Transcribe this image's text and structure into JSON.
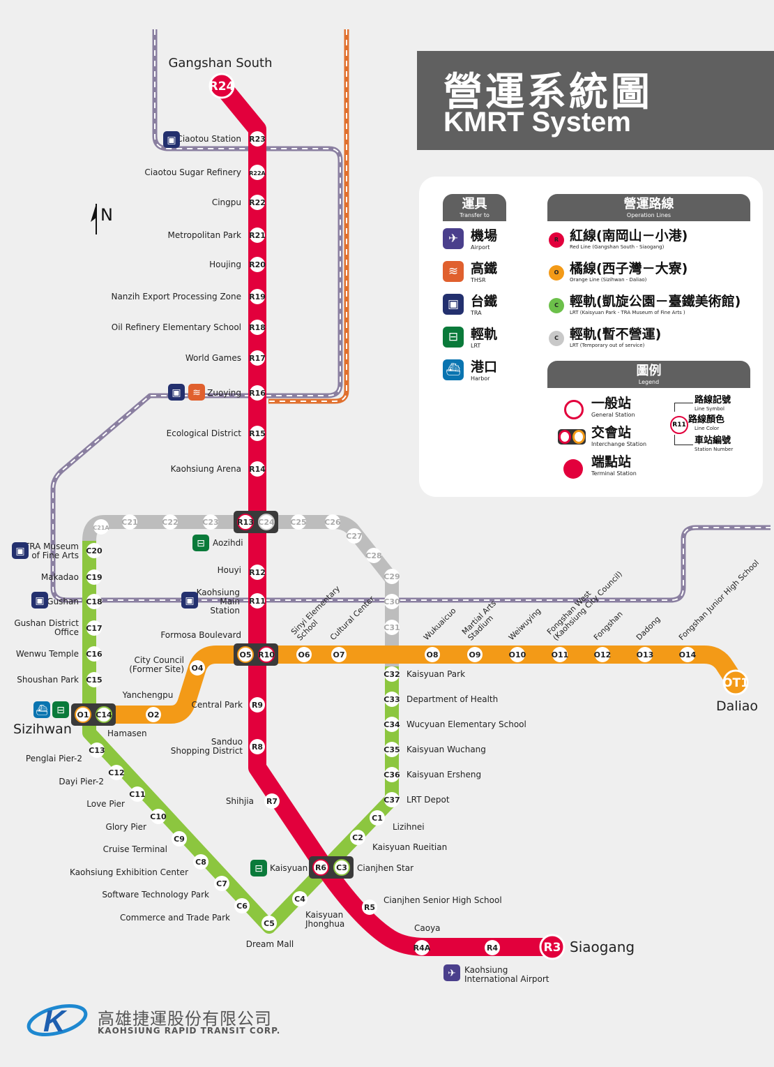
{
  "title": {
    "zh": "營運系統圖",
    "en": "KMRT System"
  },
  "north": "N",
  "colors": {
    "red": "#e2003c",
    "orange": "#f39a17",
    "green": "#8cc63f",
    "gray": "#bdbdbd",
    "tra": "#8a7fa0",
    "thsr": "#e0702e",
    "background": "#efefef",
    "panel": "#606060"
  },
  "legend": {
    "transfer_header": {
      "zh": "運具",
      "en": "Transfer to"
    },
    "transfer": [
      {
        "zh": "機場",
        "en": "Airport",
        "icon": "airplane-icon",
        "color": "#4a3f8c"
      },
      {
        "zh": "高鐵",
        "en": "THSR",
        "icon": "thsr-train-icon",
        "color": "#e0602e"
      },
      {
        "zh": "台鐵",
        "en": "TRA",
        "icon": "tra-train-icon",
        "color": "#23306e"
      },
      {
        "zh": "輕軌",
        "en": "LRT",
        "icon": "lrt-tram-icon",
        "color": "#0a7a3a"
      },
      {
        "zh": "港口",
        "en": "Harbor",
        "icon": "ship-icon",
        "color": "#0a74b0"
      }
    ],
    "lines_header": {
      "zh": "營運路線",
      "en": "Operation Lines"
    },
    "lines": [
      {
        "symbol": "R",
        "zh": "紅線(南岡山－小港)",
        "en": "Red Line (Gangshan South - Siaogang)",
        "color": "#e2003c"
      },
      {
        "symbol": "O",
        "zh": "橘線(西子灣－大寮)",
        "en": "Orange Line (Sizihwan - Daliao)",
        "color": "#f39a17"
      },
      {
        "symbol": "C",
        "zh": "輕軌(凱旋公園－臺鐵美術館)",
        "en": "LRT (Kaisyuan Park - TRA Museum of Fine Arts )",
        "color": "#6cc04a"
      },
      {
        "symbol": "C",
        "zh": "輕軌(暫不營運)",
        "en": "LRT (Temporary out of service)",
        "color": "#c8c8c8"
      }
    ],
    "legend_header": {
      "zh": "圖例",
      "en": "Legend"
    },
    "symbols": [
      {
        "zh": "一般站",
        "en": "General Station"
      },
      {
        "zh": "交會站",
        "en": "Interchange Station"
      },
      {
        "zh": "端點站",
        "en": "Terminal Station"
      }
    ],
    "annotation": {
      "example": "R11",
      "line_symbol": {
        "zh": "路線記號",
        "en": "Line Symbol"
      },
      "line_color": {
        "zh": "路線顏色",
        "en": "Line Color"
      },
      "station_number": {
        "zh": "車站編號",
        "en": "Station Number"
      }
    }
  },
  "red_line": [
    {
      "code": "R24",
      "name": "Gangshan South"
    },
    {
      "code": "R23",
      "name": "Ciaotou Station"
    },
    {
      "code": "R22A",
      "name": "Ciaotou Sugar Refinery"
    },
    {
      "code": "R22",
      "name": "Cingpu"
    },
    {
      "code": "R21",
      "name": "Metropolitan Park"
    },
    {
      "code": "R20",
      "name": "Houjing"
    },
    {
      "code": "R19",
      "name": "Nanzih Export Processing Zone"
    },
    {
      "code": "R18",
      "name": "Oil Refinery Elementary School"
    },
    {
      "code": "R17",
      "name": "World Games"
    },
    {
      "code": "R16",
      "name": "Zuoying"
    },
    {
      "code": "R15",
      "name": "Ecological District"
    },
    {
      "code": "R14",
      "name": "Kaohsiung Arena"
    },
    {
      "code": "R13",
      "name": "Aozihdi"
    },
    {
      "code": "R12",
      "name": "Houyi"
    },
    {
      "code": "R11",
      "name": "Kaohsiung Main Station"
    },
    {
      "code": "R10",
      "name": "Formosa Boulevard"
    },
    {
      "code": "R9",
      "name": "Central Park"
    },
    {
      "code": "R8",
      "name": "Sanduo Shopping District"
    },
    {
      "code": "R7",
      "name": "Shihjia"
    },
    {
      "code": "R6",
      "name": "Kaisyuan"
    },
    {
      "code": "R5",
      "name": "Cianjhen Senior High School"
    },
    {
      "code": "R4A",
      "name": "Caoya"
    },
    {
      "code": "R4",
      "name": "Kaohsiung International Airport"
    },
    {
      "code": "R3",
      "name": "Siaogang"
    }
  ],
  "orange_line": [
    {
      "code": "O1",
      "name": "Sizihwan"
    },
    {
      "code": "O2",
      "name": "Yanchengpu"
    },
    {
      "code": "O4",
      "name": "City Council (Former Site)"
    },
    {
      "code": "O5",
      "name": ""
    },
    {
      "code": "O6",
      "name": "Sinyi Elementary School"
    },
    {
      "code": "O7",
      "name": "Cultural Center"
    },
    {
      "code": "O8",
      "name": "Wukuaicuo"
    },
    {
      "code": "O9",
      "name": "Martial Arts Stadium"
    },
    {
      "code": "O10",
      "name": "Weiwuying"
    },
    {
      "code": "O11",
      "name": "Fongshan West (Kaohsiung City Council)"
    },
    {
      "code": "O12",
      "name": "Fongshan"
    },
    {
      "code": "O13",
      "name": "Dadong"
    },
    {
      "code": "O14",
      "name": "Fongshan Junior High School"
    },
    {
      "code": "OT1",
      "name": "Daliao"
    }
  ],
  "lrt": [
    {
      "code": "C1",
      "name": "Lizihnei"
    },
    {
      "code": "C2",
      "name": "Kaisyuan Rueitian"
    },
    {
      "code": "C3",
      "name": "Cianjhen Star"
    },
    {
      "code": "C4",
      "name": "Kaisyuan Jhonghua"
    },
    {
      "code": "C5",
      "name": "Dream Mall"
    },
    {
      "code": "C6",
      "name": "Commerce and Trade Park"
    },
    {
      "code": "C7",
      "name": "Software Technology Park"
    },
    {
      "code": "C8",
      "name": "Kaohsiung Exhibition Center"
    },
    {
      "code": "C9",
      "name": "Cruise Terminal"
    },
    {
      "code": "C10",
      "name": "Glory Pier"
    },
    {
      "code": "C11",
      "name": "Love Pier"
    },
    {
      "code": "C12",
      "name": "Dayi Pier-2"
    },
    {
      "code": "C13",
      "name": "Penglai Pier-2"
    },
    {
      "code": "C14",
      "name": "Hamasen"
    },
    {
      "code": "C15",
      "name": "Shoushan Park"
    },
    {
      "code": "C16",
      "name": "Wenwu Temple"
    },
    {
      "code": "C17",
      "name": "Gushan District Office"
    },
    {
      "code": "C18",
      "name": "Gushan"
    },
    {
      "code": "C19",
      "name": "Makadao"
    },
    {
      "code": "C20",
      "name": "TRA Museum of Fine Arts"
    },
    {
      "code": "C32",
      "name": "Kaisyuan Park"
    },
    {
      "code": "C33",
      "name": "Department of Health"
    },
    {
      "code": "C34",
      "name": "Wucyuan Elementary School"
    },
    {
      "code": "C35",
      "name": "Kaisyuan Wuchang"
    },
    {
      "code": "C36",
      "name": "Kaisyuan Ersheng"
    },
    {
      "code": "C37",
      "name": "LRT Depot"
    }
  ],
  "lrt_out_of_service": [
    "C21A",
    "C21",
    "C22",
    "C23",
    "C24",
    "C25",
    "C26",
    "C27",
    "C28",
    "C29",
    "C30",
    "C31"
  ],
  "company": {
    "zh": "高雄捷運股份有限公司",
    "en": "KAOHSIUNG RAPID TRANSIT CORP."
  }
}
